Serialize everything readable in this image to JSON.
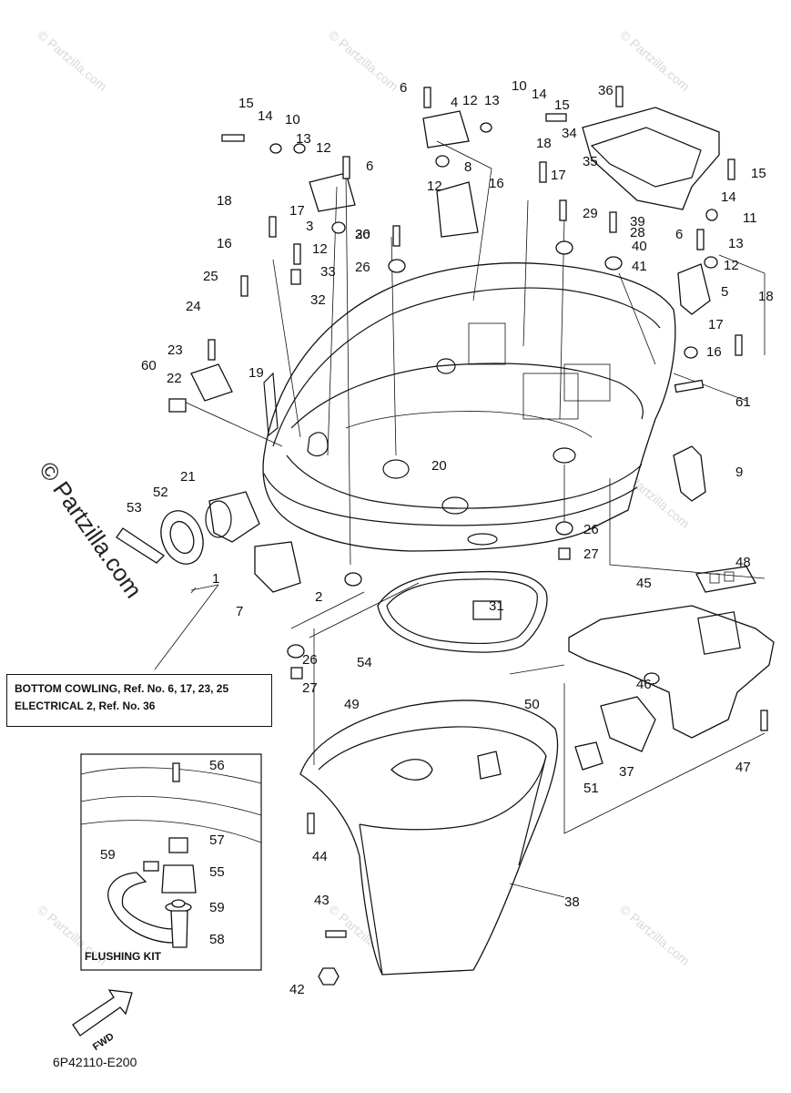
{
  "diagram": {
    "code": "6P42110-E200",
    "note": {
      "line1": "BOTTOM COWLING,  Ref. No. 6, 17, 23, 25",
      "line2": "ELECTRICAL 2,  Ref. No. 36"
    },
    "kit_label": "FLUSHING KIT",
    "fwd_label": "FWD",
    "watermark": "© Partzilla.com",
    "watermark_big": "© Partzilla.com",
    "part_numbers": [
      "1",
      "2",
      "3",
      "4",
      "5",
      "6",
      "6",
      "6",
      "7",
      "8",
      "9",
      "10",
      "10",
      "11",
      "12",
      "12",
      "12",
      "12",
      "12",
      "13",
      "13",
      "13",
      "14",
      "14",
      "14",
      "15",
      "15",
      "15",
      "16",
      "16",
      "16",
      "17",
      "17",
      "17",
      "18",
      "18",
      "18",
      "19",
      "20",
      "21",
      "22",
      "23",
      "24",
      "25",
      "26",
      "26",
      "26",
      "26",
      "27",
      "27",
      "28",
      "29",
      "30",
      "31",
      "32",
      "33",
      "34",
      "35",
      "36",
      "37",
      "38",
      "39",
      "40",
      "41",
      "42",
      "43",
      "44",
      "45",
      "46",
      "47",
      "48",
      "49",
      "50",
      "51",
      "52",
      "53",
      "54",
      "55",
      "56",
      "57",
      "58",
      "59",
      "59",
      "60",
      "61"
    ]
  }
}
